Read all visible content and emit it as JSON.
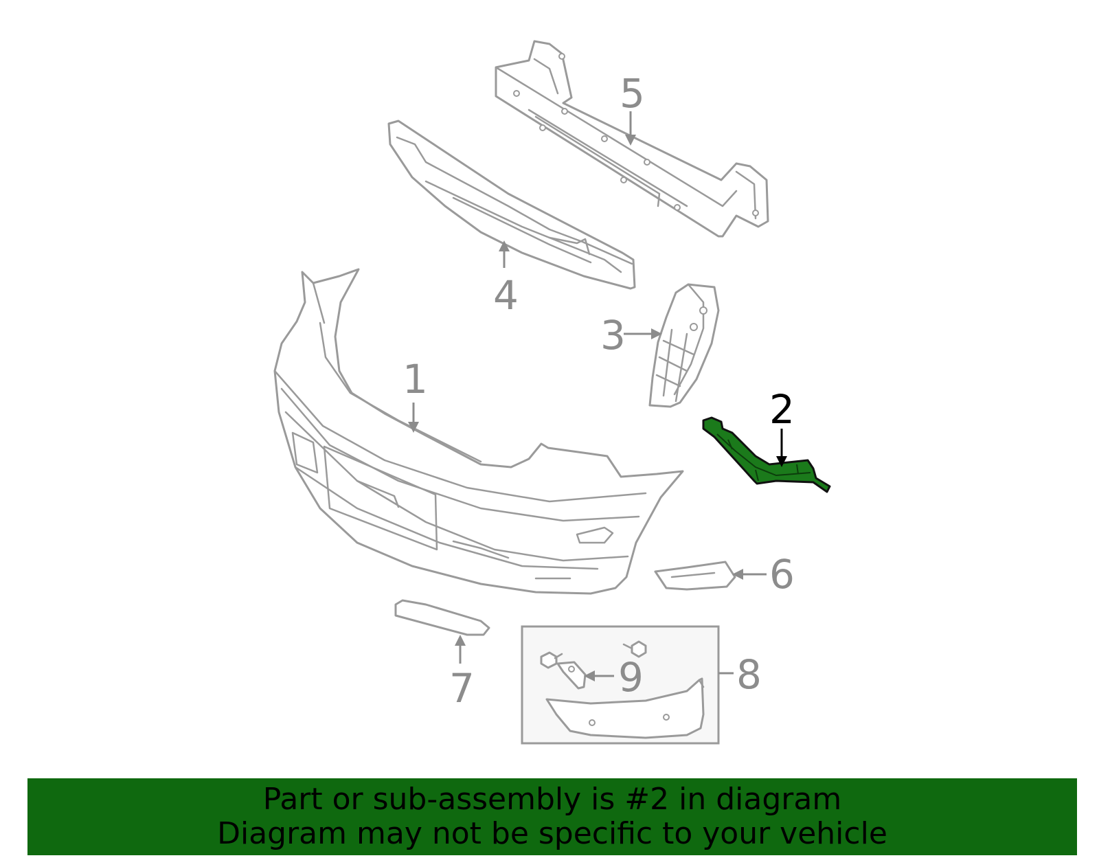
{
  "callouts": {
    "c1": "1",
    "c2": "2",
    "c3": "3",
    "c4": "4",
    "c5": "5",
    "c6": "6",
    "c7": "7",
    "c8": "8",
    "c9": "9"
  },
  "highlighted_part": "2",
  "colors": {
    "highlight": "#1b7a1b",
    "banner": "#0f690f",
    "line_art": "#9a9a9a"
  },
  "banner": {
    "line1": "Part or sub-assembly is #2 in diagram",
    "line2": "Diagram may not be specific to your vehicle"
  }
}
